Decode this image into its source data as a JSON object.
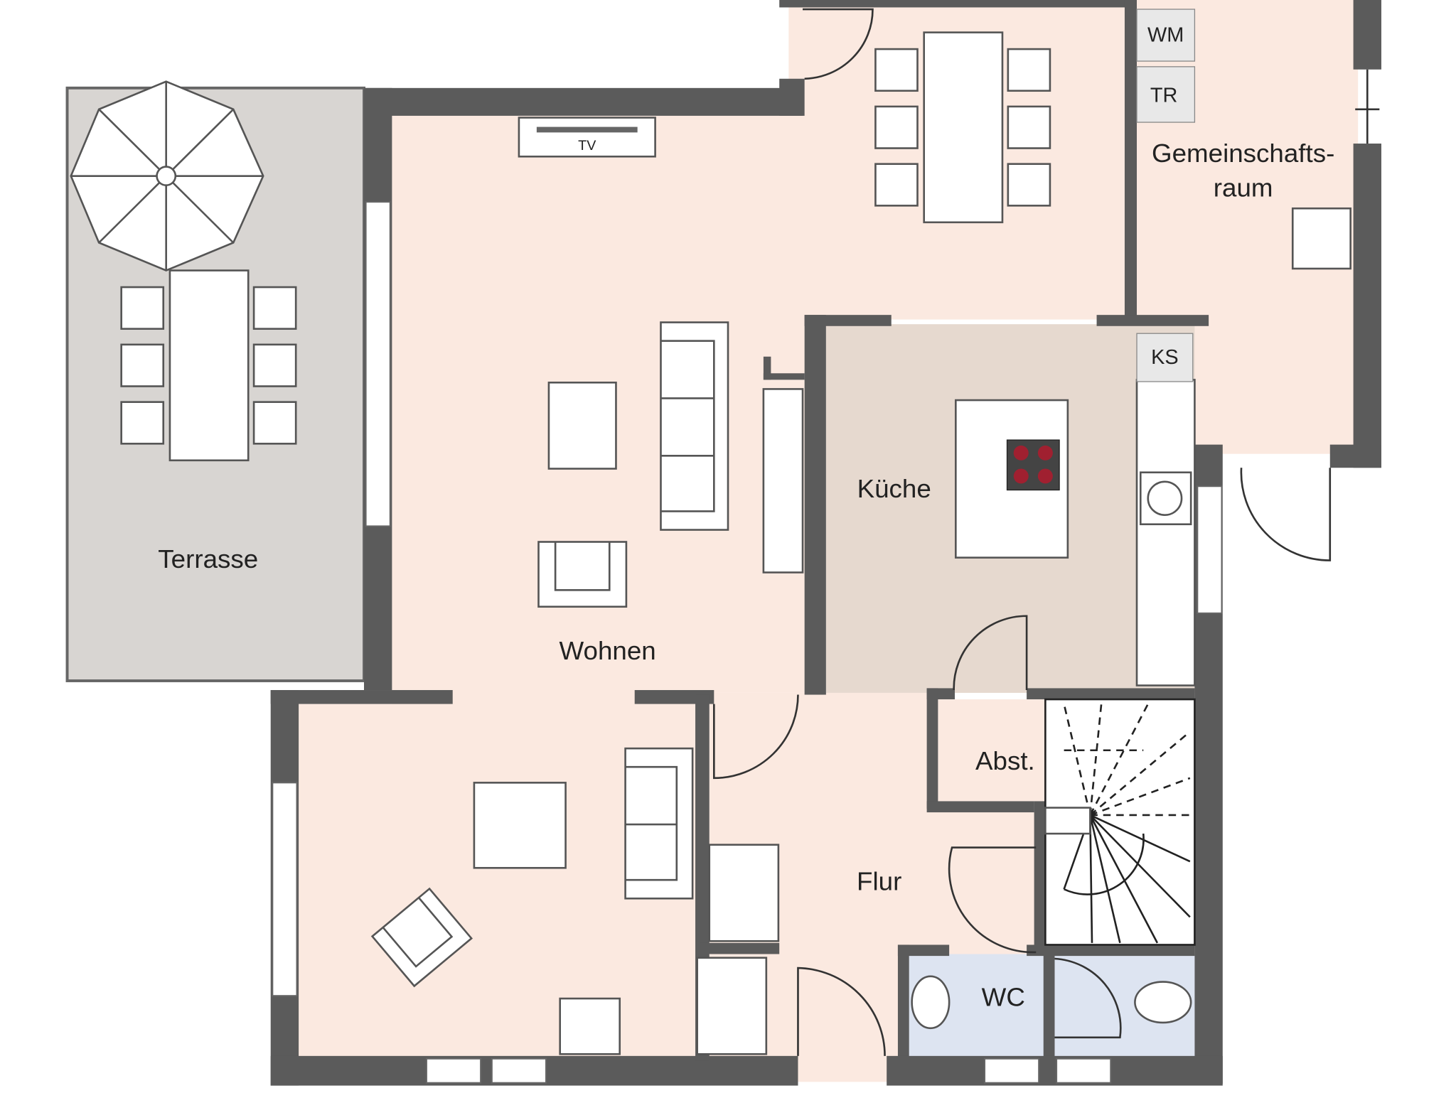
{
  "plan": {
    "rooms": {
      "terrace": "Terrasse",
      "living": "Wohnen",
      "kitchen": "Küche",
      "common_room_line1": "Gemeinschafts-",
      "common_room_line2": "raum",
      "hallway": "Flur",
      "storage": "Abst.",
      "wc": "WC"
    },
    "appliances": {
      "washing_machine": "WM",
      "dryer": "TR",
      "fridge": "KS",
      "tv": "TV"
    },
    "colors": {
      "wall": "#5b5b5b",
      "room": "#fbe9e0",
      "kitchen": "#e6d9cf",
      "terrace": "#d8d5d2",
      "wc": "#dde4f1"
    }
  }
}
